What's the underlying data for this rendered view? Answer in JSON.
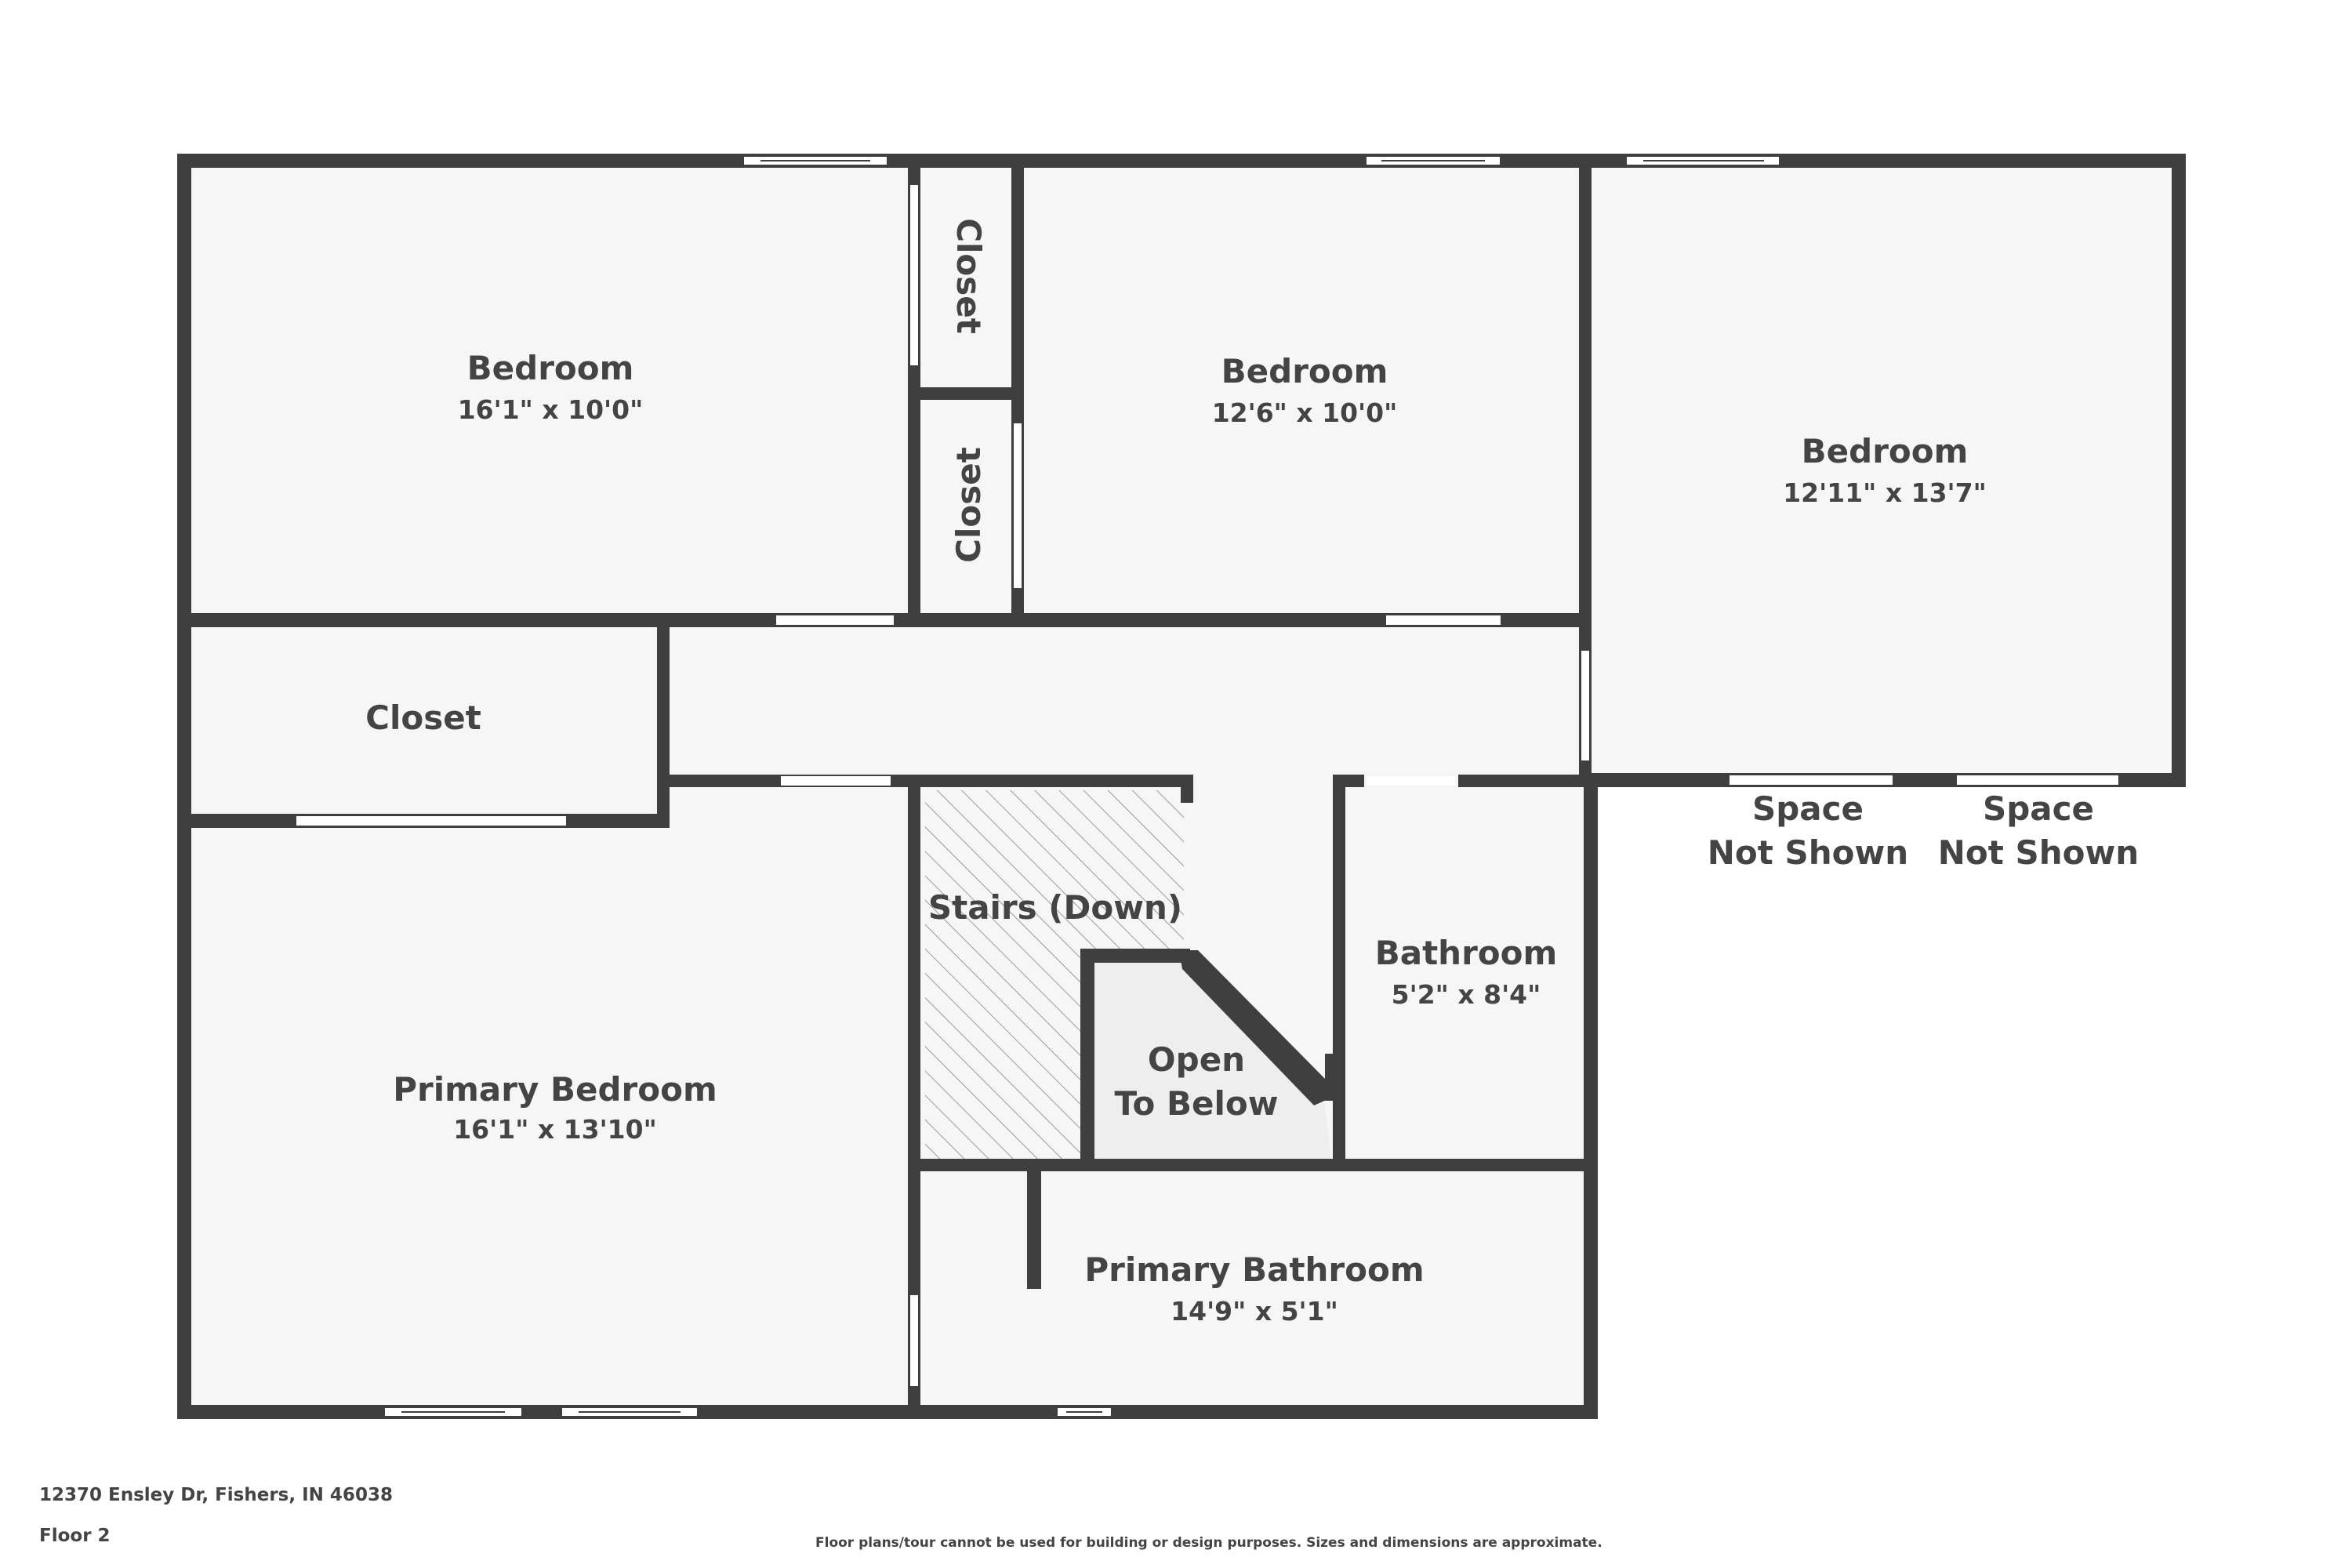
{
  "colors": {
    "wall": "#3f3f3f",
    "floor": "#f6f6f6",
    "open_to_below": "#eeeeee",
    "text": "#444444",
    "opening": "#ffffff"
  },
  "rooms": {
    "bedroom_1": {
      "name": "Bedroom",
      "dims": "16'1\" x 10'0\""
    },
    "closet_a": {
      "name": "Closet"
    },
    "closet_b": {
      "name": "Closet"
    },
    "bedroom_2": {
      "name": "Bedroom",
      "dims": "12'6\" x 10'0\""
    },
    "bedroom_3": {
      "name": "Bedroom",
      "dims": "12'11\" x 13'7\""
    },
    "closet_c": {
      "name": "Closet"
    },
    "space_1": {
      "line1": "Space",
      "line2": "Not Shown"
    },
    "space_2": {
      "line1": "Space",
      "line2": "Not Shown"
    },
    "stairs": {
      "name": "Stairs (Down)"
    },
    "open_below": {
      "line1": "Open",
      "line2": "To Below"
    },
    "bathroom": {
      "name": "Bathroom",
      "dims": "5'2\" x 8'4\""
    },
    "primary_bedroom": {
      "name": "Primary Bedroom",
      "dims": "16'1\" x 13'10\""
    },
    "primary_bathroom": {
      "name": "Primary Bathroom",
      "dims": "14'9\" x 5'1\""
    }
  },
  "footer": {
    "address": "12370 Ensley Dr, Fishers, IN 46038",
    "floor": "Floor 2",
    "disclaimer": "Floor plans/tour cannot be used for building or design purposes. Sizes and dimensions are approximate."
  }
}
